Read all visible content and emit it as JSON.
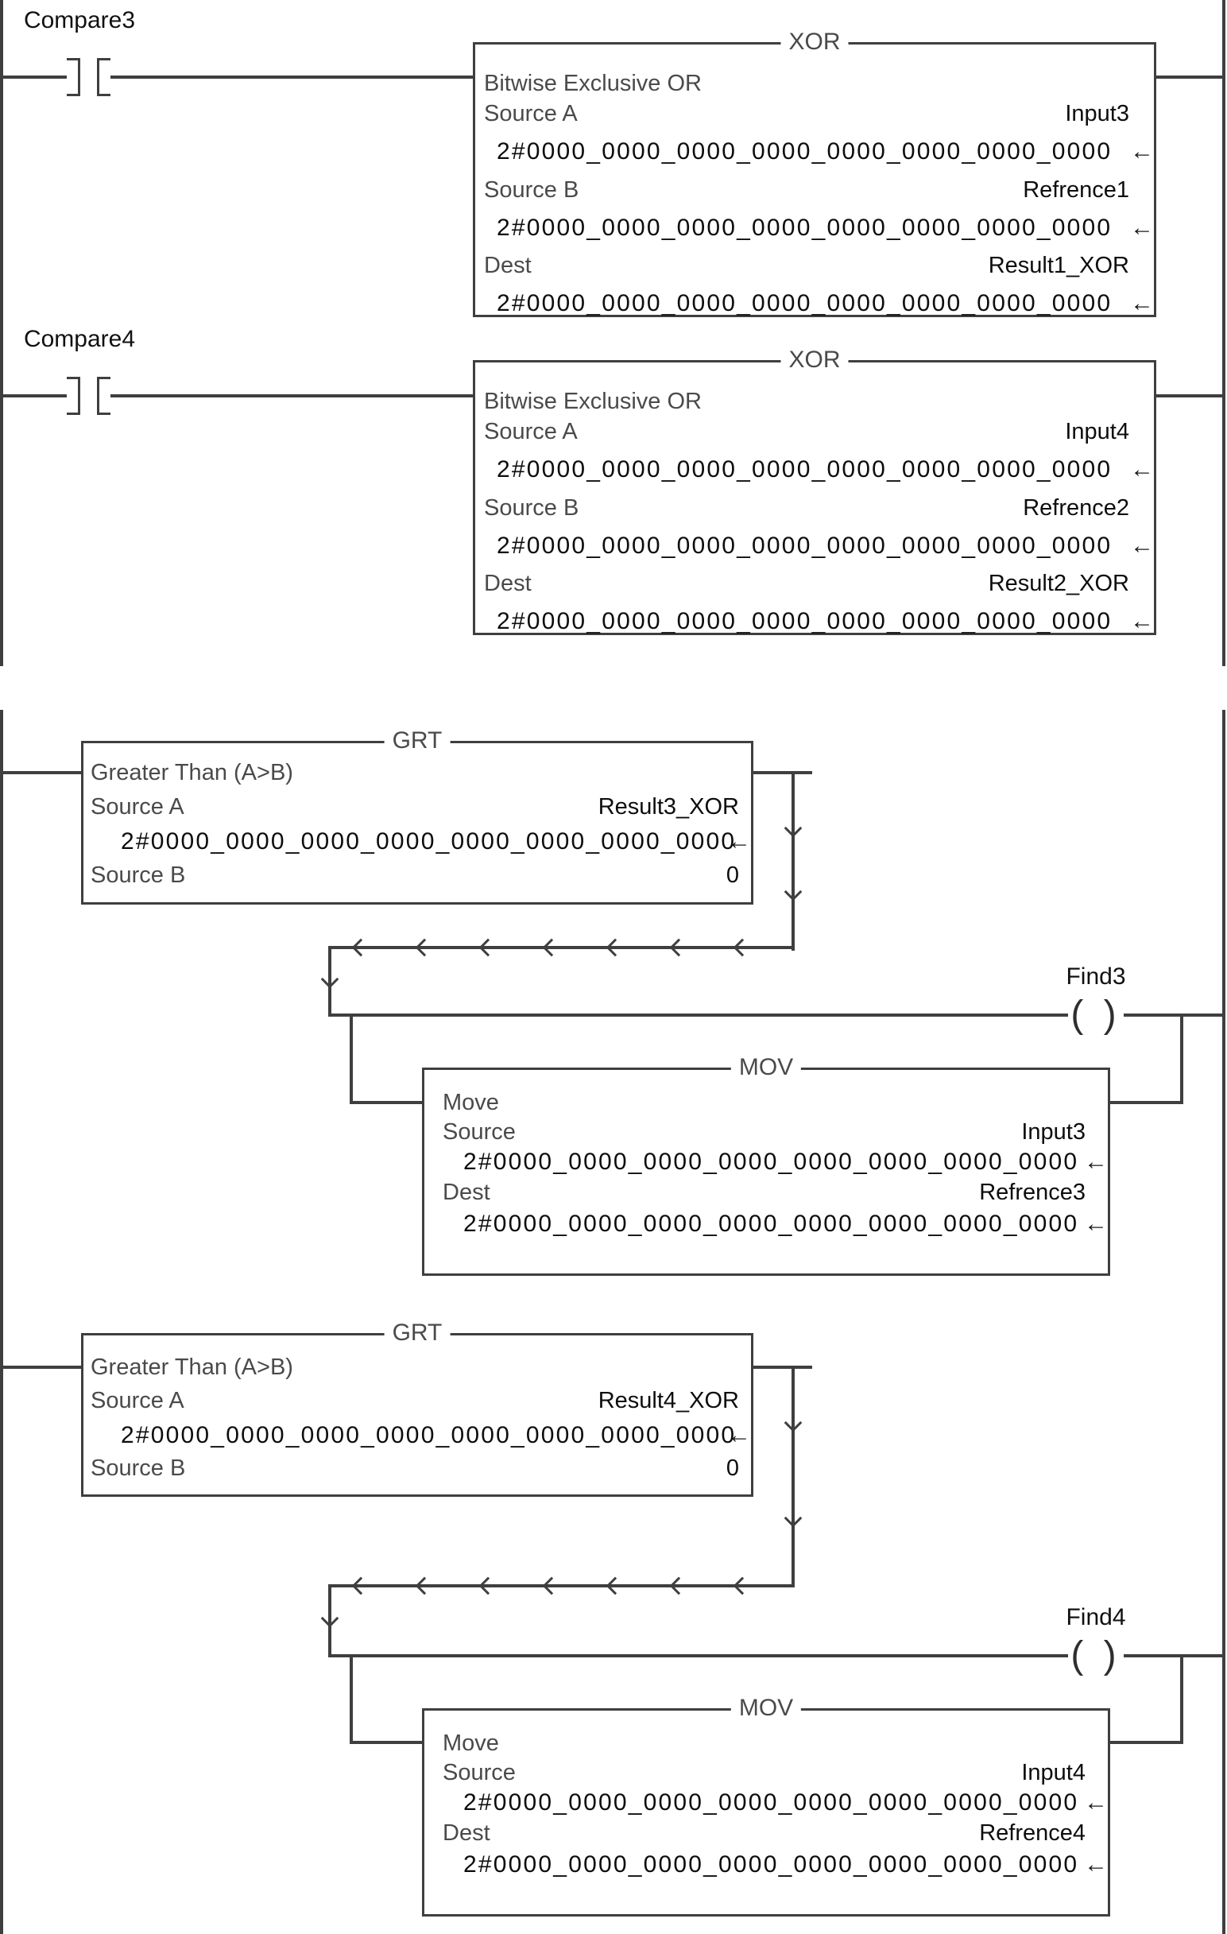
{
  "shared": {
    "binary_value": "2#0000_0000_0000_0000_0000_0000_0000_0000",
    "value_arrow_icon": "←",
    "coil_glyph": "( )"
  },
  "rung1": {
    "contact_label": "Compare3",
    "xor": {
      "title": "XOR",
      "description": "Bitwise Exclusive OR",
      "source_a_label": "Source A",
      "source_a_tag": "Input3",
      "source_b_label": "Source B",
      "source_b_tag": "Refrence1",
      "dest_label": "Dest",
      "dest_tag": "Result1_XOR"
    }
  },
  "rung2": {
    "contact_label": "Compare4",
    "xor": {
      "title": "XOR",
      "description": "Bitwise Exclusive OR",
      "source_a_label": "Source A",
      "source_a_tag": "Input4",
      "source_b_label": "Source B",
      "source_b_tag": "Refrence2",
      "dest_label": "Dest",
      "dest_tag": "Result2_XOR"
    }
  },
  "rung3": {
    "grt": {
      "title": "GRT",
      "description": "Greater Than (A>B)",
      "source_a_label": "Source A",
      "source_a_tag": "Result3_XOR",
      "source_b_label": "Source B",
      "source_b_value": "0"
    },
    "coil_label": "Find3",
    "mov": {
      "title": "MOV",
      "description": "Move",
      "source_label": "Source",
      "source_tag": "Input3",
      "dest_label": "Dest",
      "dest_tag": "Refrence3"
    }
  },
  "rung4": {
    "grt": {
      "title": "GRT",
      "description": "Greater Than (A>B)",
      "source_a_label": "Source A",
      "source_a_tag": "Result4_XOR",
      "source_b_label": "Source B",
      "source_b_value": "0"
    },
    "coil_label": "Find4",
    "mov": {
      "title": "MOV",
      "description": "Move",
      "source_label": "Source",
      "source_tag": "Input4",
      "dest_label": "Dest",
      "dest_tag": "Refrence4"
    }
  }
}
